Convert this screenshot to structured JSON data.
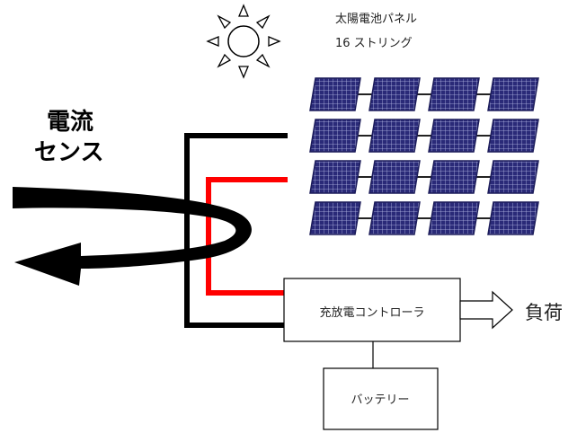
{
  "panel_label": {
    "line1": "太陽電池パネル",
    "line2": "16 ストリング"
  },
  "current_sense": {
    "line1": "電流",
    "line2": "センス"
  },
  "controller_label": "充放電コントローラ",
  "battery_label": "バッテリー",
  "load_label": "負荷",
  "panels": {
    "rows": 4,
    "columns": 4
  },
  "colors": {
    "panel_cell": "#2a2a78",
    "panel_grid": "#b8bce8",
    "positive_wire": "#ff0000",
    "negative_wire": "#000000"
  },
  "icons": [
    "sun-icon",
    "arrow-right-icon",
    "current-sense-arrow"
  ]
}
